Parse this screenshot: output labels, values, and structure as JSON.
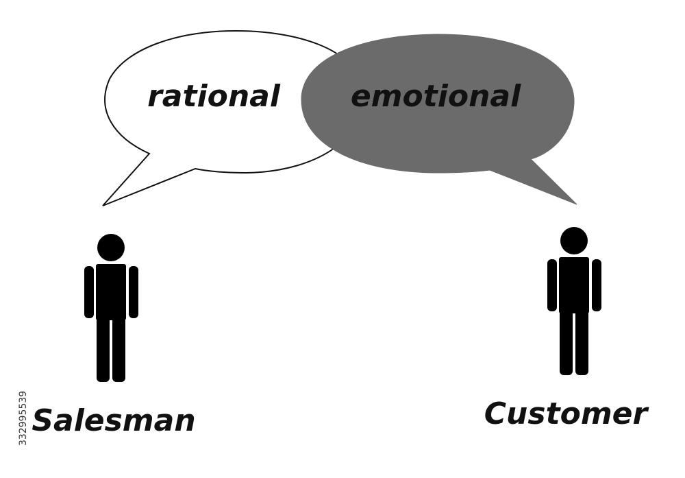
{
  "bubbles": {
    "left": {
      "text": "rational",
      "fill": "#ffffff",
      "stroke": "#111111"
    },
    "right": {
      "text": "emotional",
      "fill": "#6b6b6b",
      "stroke": "#6b6b6b"
    }
  },
  "people": {
    "left": {
      "label": "Salesman",
      "color": "#000000"
    },
    "right": {
      "label": "Customer",
      "color": "#000000"
    }
  },
  "stock_id": "332995539"
}
